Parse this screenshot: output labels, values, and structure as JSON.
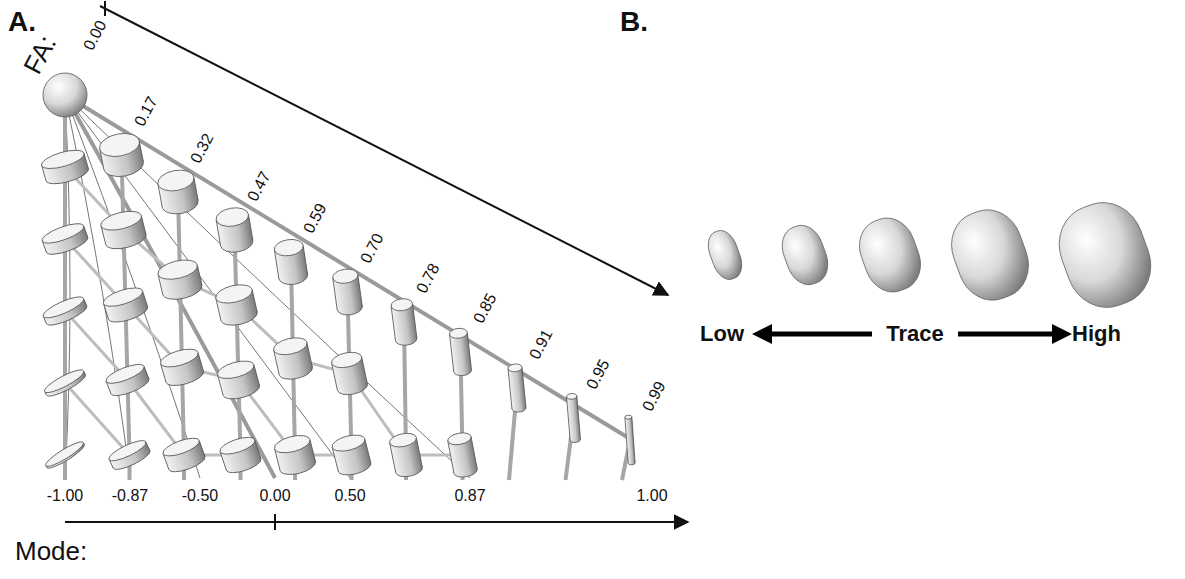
{
  "diagram": {
    "labels": [
      "A.",
      "B.",
      "FA:",
      "0.00",
      "0.17",
      "0.32",
      "0.47",
      "0.59",
      "0.70",
      "0.78",
      "0.85",
      "0.91",
      "0.95",
      "0.99",
      "Mode:",
      "-1.00",
      "-0.87",
      "-0.50",
      "0.00",
      "0.50",
      "0.87",
      "1.00",
      "Low",
      "Trace",
      "High"
    ]
  }
}
